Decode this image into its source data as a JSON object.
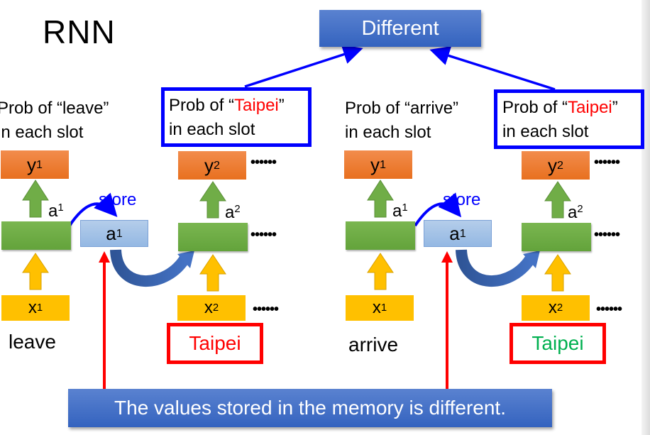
{
  "title": "RNN",
  "different_label": "Different",
  "banner": "The values stored in the memory is different.",
  "colors": {
    "blue_arrow": "#0000ff",
    "red_arrow": "#ff0000",
    "output_box": "#ed7d31",
    "hidden_box": "#70ad47",
    "memory_box": "#9dc3e6",
    "input_box": "#ffc000",
    "banner_bg": "#4472c4",
    "taipei_red": "#ff0000",
    "taipei_green": "#00b050"
  },
  "left": {
    "prob1": {
      "line1": "Prob of “leave”",
      "line2": "in each slot"
    },
    "prob2": {
      "prefix": "Prob of “",
      "highlight": "Taipei",
      "suffix": "”",
      "line2": "in each slot"
    },
    "y1": {
      "base": "y",
      "sup": "1"
    },
    "y2": {
      "base": "y",
      "sup": "2"
    },
    "a1_label": {
      "base": "a",
      "sup": "1"
    },
    "a2_label": {
      "base": "a",
      "sup": "2"
    },
    "memory": {
      "base": "a",
      "sup": "1"
    },
    "store_label": "store",
    "x1": {
      "base": "x",
      "sup": "1"
    },
    "x2": {
      "base": "x",
      "sup": "2"
    },
    "word1": "leave",
    "word2": "Taipei",
    "dots": "••••••"
  },
  "right": {
    "prob1": {
      "line1": "Prob of “arrive”",
      "line2": "in each slot"
    },
    "prob2": {
      "prefix": "Prob of “",
      "highlight": "Taipei",
      "suffix": "”",
      "line2": "in each slot"
    },
    "y1": {
      "base": "y",
      "sup": "1"
    },
    "y2": {
      "base": "y",
      "sup": "2"
    },
    "a1_label": {
      "base": "a",
      "sup": "1"
    },
    "a2_label": {
      "base": "a",
      "sup": "2"
    },
    "memory": {
      "base": "a",
      "sup": "1"
    },
    "store_label": "store",
    "x1": {
      "base": "x",
      "sup": "1"
    },
    "x2": {
      "base": "x",
      "sup": "2"
    },
    "word1": "arrive",
    "word2": "Taipei",
    "dots": "••••••"
  }
}
